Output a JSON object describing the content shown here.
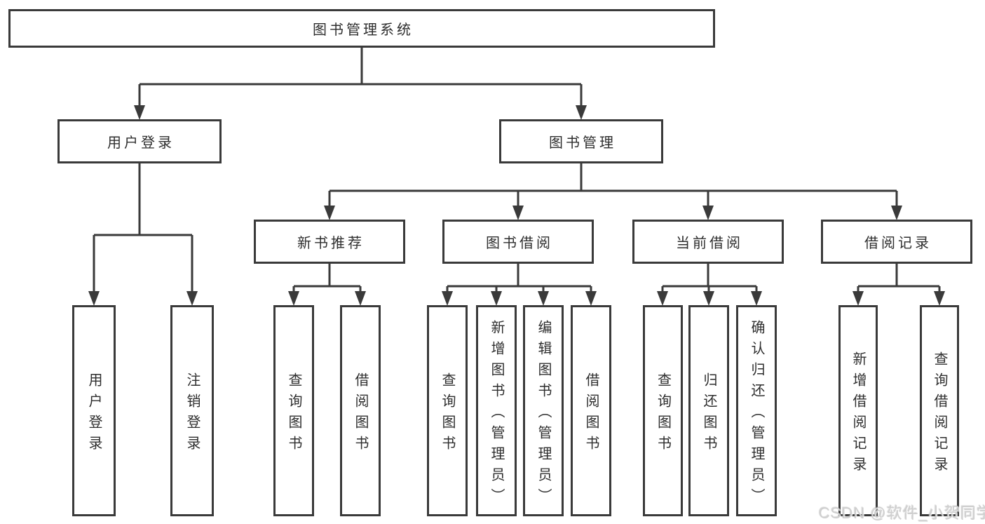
{
  "diagram": {
    "title": "图书管理系统",
    "nodes": {
      "root": "图书管理系统",
      "user_login": "用户登录",
      "book_mgmt": "图书管理",
      "new_books": "新书推荐",
      "book_borrow": "图书借阅",
      "current_borrow": "当前借阅",
      "borrow_records": "借阅记录",
      "ul_user_login": "用户登录",
      "ul_logout": "注销登录",
      "nb_query_books": "查询图书",
      "nb_borrow_books": "借阅图书",
      "bb_query_books": "查询图书",
      "bb_add_books": "新增图书（管理员）",
      "bb_edit_books": "编辑图书（管理员）",
      "bb_borrow_books": "借阅图书",
      "cb_query_books": "查询图书",
      "cb_return_books": "归还图书",
      "cb_confirm_return": "确认归还（管理员）",
      "br_add_record": "新增借阅记录",
      "br_query_record": "查询借阅记录"
    },
    "structure": {
      "图书管理系统": {
        "用户登录": [
          "用户登录",
          "注销登录"
        ],
        "图书管理": {
          "新书推荐": [
            "查询图书",
            "借阅图书"
          ],
          "图书借阅": [
            "查询图书",
            "新增图书（管理员）",
            "编辑图书（管理员）",
            "借阅图书"
          ],
          "当前借阅": [
            "查询图书",
            "归还图书",
            "确认归还（管理员）"
          ],
          "借阅记录": [
            "新增借阅记录",
            "查询借阅记录"
          ]
        }
      }
    },
    "colors": {
      "line": "#3a3a3a",
      "text": "#2e2e2e",
      "box_background": "#ffffff",
      "page_background": "#ffffff",
      "watermark": "#cfcfcf"
    },
    "watermark": "CSDN @软件_小贺同学"
  }
}
